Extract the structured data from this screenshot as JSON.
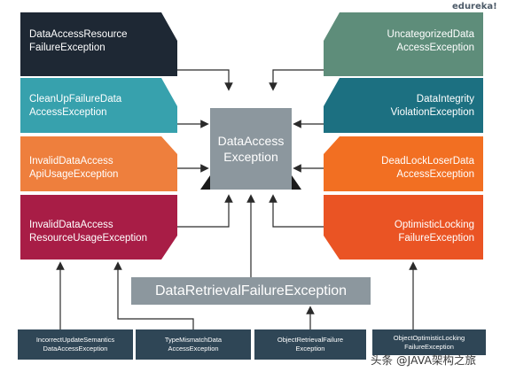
{
  "brand": "edureka!",
  "center": {
    "line1": "DataAccess",
    "line2": "Exception"
  },
  "left_boxes": [
    {
      "line1": "DataAccessResource",
      "line2": "FailureException",
      "color": "#1e2834"
    },
    {
      "line1": "CleanUpFailureData",
      "line2": "AccessException",
      "color": "#37a1ad"
    },
    {
      "line1": "InvalidDataAccess",
      "line2": "ApiUsageException",
      "color": "#ee7f3d"
    },
    {
      "line1": "InvalidDataAccess",
      "line2": "ResourceUsageException",
      "color": "#a81d46"
    }
  ],
  "right_boxes": [
    {
      "line1": "UncategorizedData",
      "line2": "AccessException",
      "color": "#5e8d7a"
    },
    {
      "line1": "DataIntegrity",
      "line2": "ViolationException",
      "color": "#1c7081"
    },
    {
      "line1": "DeadLockLoserData",
      "line2": "AccessException",
      "color": "#f26f22"
    },
    {
      "line1": "OptimisticLocking",
      "line2": "FailureException",
      "color": "#ea5424"
    }
  ],
  "retrieval": "DataRetrievalFailureException",
  "bottom_boxes": [
    {
      "line1": "IncorrectUpdateSemantics",
      "line2": "DataAccessException"
    },
    {
      "line1": "TypeMismatchData",
      "line2": "AccessException"
    },
    {
      "line1": "ObjectRetrievalFailure",
      "line2": "Exception"
    },
    {
      "line1": "ObjectOptimisticLocking",
      "line2": "FailureException"
    }
  ],
  "watermark": "头条 @JAVA架构之旅"
}
